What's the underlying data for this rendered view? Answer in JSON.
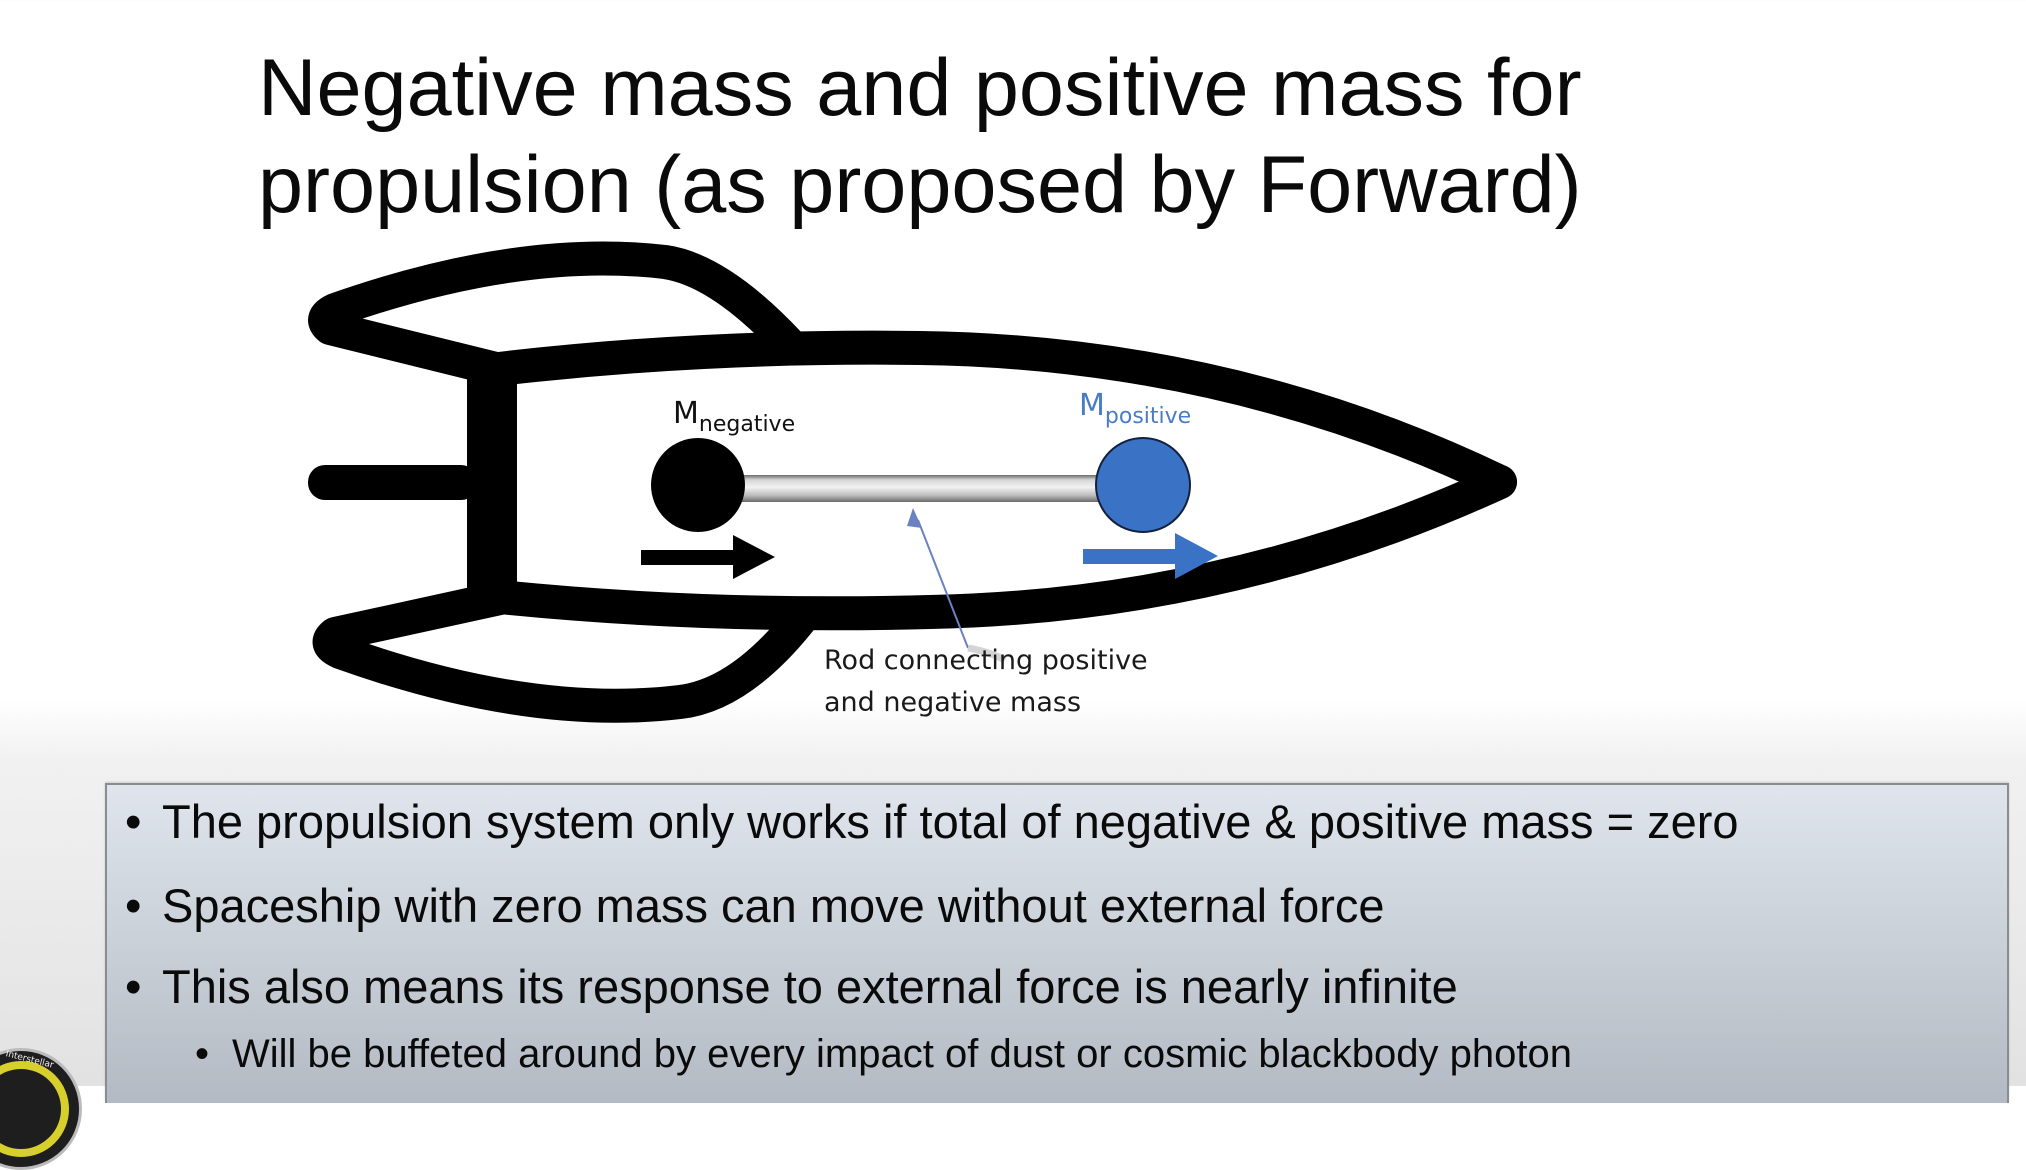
{
  "slide": {
    "title_lines": [
      "Negative mass and positive mass for",
      "propulsion (as proposed by Forward)"
    ],
    "diagram": {
      "negative_mass_label": {
        "symbol": "M",
        "subscript": "negative"
      },
      "positive_mass_label": {
        "symbol": "M",
        "subscript": "positive"
      },
      "rod_caption_lines": [
        "Rod connecting positive",
        "and negative mass"
      ],
      "colors": {
        "negative_mass": "#000000",
        "positive_mass": "#3a73c6",
        "positive_label": "#4a7cc6",
        "pointer_line": "#6a82c2",
        "rocket_outline": "#000000"
      }
    },
    "bullets": [
      {
        "level": 1,
        "text": "The propulsion system only works if total of negative & positive mass = zero"
      },
      {
        "level": 1,
        "text": "Spaceship with zero mass can move without external force"
      },
      {
        "level": 1,
        "text": "This also means its response to external force is nearly infinite"
      },
      {
        "level": 2,
        "text": "Will be buffeted around by every impact of dust or cosmic blackbody photon"
      }
    ],
    "bullet_glyph": "•",
    "logo": {
      "name": "interstellar-logo",
      "partial_text": "Interstellar"
    }
  }
}
